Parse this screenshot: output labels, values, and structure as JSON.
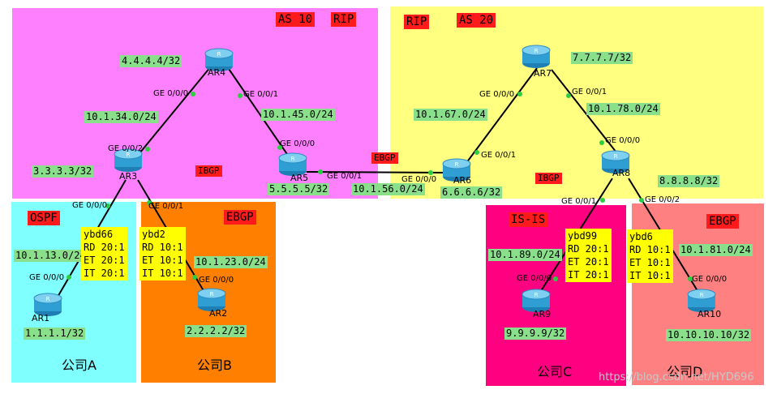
{
  "areas": {
    "as10": {
      "label": "AS 10",
      "protocol": "RIP",
      "color": "#ff80ff"
    },
    "as20": {
      "label": "AS 20",
      "protocol": "RIP",
      "color": "#ffff80"
    },
    "company_a": {
      "protocol": "OSPF",
      "name": "公司A",
      "color": "#80ffff"
    },
    "company_b": {
      "protocol": "EBGP",
      "name": "公司B",
      "color": "#ff8000"
    },
    "company_c": {
      "protocol": "IS-IS",
      "name": "公司C",
      "color": "#ff0080"
    },
    "company_d": {
      "protocol": "EBGP",
      "name": "公司D",
      "color": "#ff8080"
    }
  },
  "peering": {
    "ibgp_as10": "IBGP",
    "ibgp_as20": "IBGP",
    "ebgp_core": "EBGP"
  },
  "routers": {
    "ar1": {
      "name": "AR1",
      "loopback": "1.1.1.1/32"
    },
    "ar2": {
      "name": "AR2",
      "loopback": "2.2.2.2/32"
    },
    "ar3": {
      "name": "AR3",
      "loopback": "3.3.3.3/32"
    },
    "ar4": {
      "name": "AR4",
      "loopback": "4.4.4.4/32"
    },
    "ar5": {
      "name": "AR5",
      "loopback": "5.5.5.5/32"
    },
    "ar6": {
      "name": "AR6",
      "loopback": "6.6.6.6/32"
    },
    "ar7": {
      "name": "AR7",
      "loopback": "7.7.7.7/32"
    },
    "ar8": {
      "name": "AR8",
      "loopback": "8.8.8.8/32"
    },
    "ar9": {
      "name": "AR9",
      "loopback": "9.9.9.9/32"
    },
    "ar10": {
      "name": "AR10",
      "loopback": "10.10.10.10/32"
    }
  },
  "subnets": {
    "ar3_ar4": "10.1.34.0/24",
    "ar4_ar5": "10.1.45.0/24",
    "ar5_ar6": "10.1.56.0/24",
    "ar6_ar7": "10.1.67.0/24",
    "ar7_ar8": "10.1.78.0/24",
    "ar1_ar3": "10.1.13.0/24",
    "ar2_ar3": "10.1.23.0/24",
    "ar8_ar9": "10.1.89.0/24",
    "ar8_ar10": "10.1.81.0/24"
  },
  "ports": {
    "ar4_left": "GE 0/0/0",
    "ar4_right": "GE 0/0/1",
    "ar3_up": "GE 0/0/2",
    "ar3_down_left": "GE 0/0/0",
    "ar3_down_right": "GE 0/0/1",
    "ar5_up": "GE 0/0/0",
    "ar5_right": "GE 0/0/1",
    "ar6_left": "GE 0/0/0",
    "ar6_up": "GE 0/0/1",
    "ar7_left": "GE 0/0/0",
    "ar7_right": "GE 0/0/1",
    "ar8_up": "GE 0/0/0",
    "ar8_down_left": "GE 0/0/1",
    "ar8_down_right": "GE 0/0/2",
    "ar1_up": "GE 0/0/0",
    "ar2_up": "GE 0/0/0",
    "ar9_up": "GE 0/0/0",
    "ar10_up": "GE 0/0/0"
  },
  "vrfs": {
    "ybd66": {
      "name": "ybd66",
      "rd": "RD 20:1",
      "et": "ET 20:1",
      "it": "IT 20:1"
    },
    "ybd2": {
      "name": "ybd2",
      "rd": "RD 10:1",
      "et": "ET 10:1",
      "it": "IT 10:1"
    },
    "ybd99": {
      "name": "ybd99",
      "rd": "RD 20:1",
      "et": "ET 20:1",
      "it": "IT 20:1"
    },
    "ybd6": {
      "name": "ybd6",
      "rd": "RD 10:1",
      "et": "ET 10:1",
      "it": "IT 10:1"
    }
  },
  "watermark": "https://blog.csdn.net/HYD696",
  "icons": {
    "router": "router-icon"
  }
}
